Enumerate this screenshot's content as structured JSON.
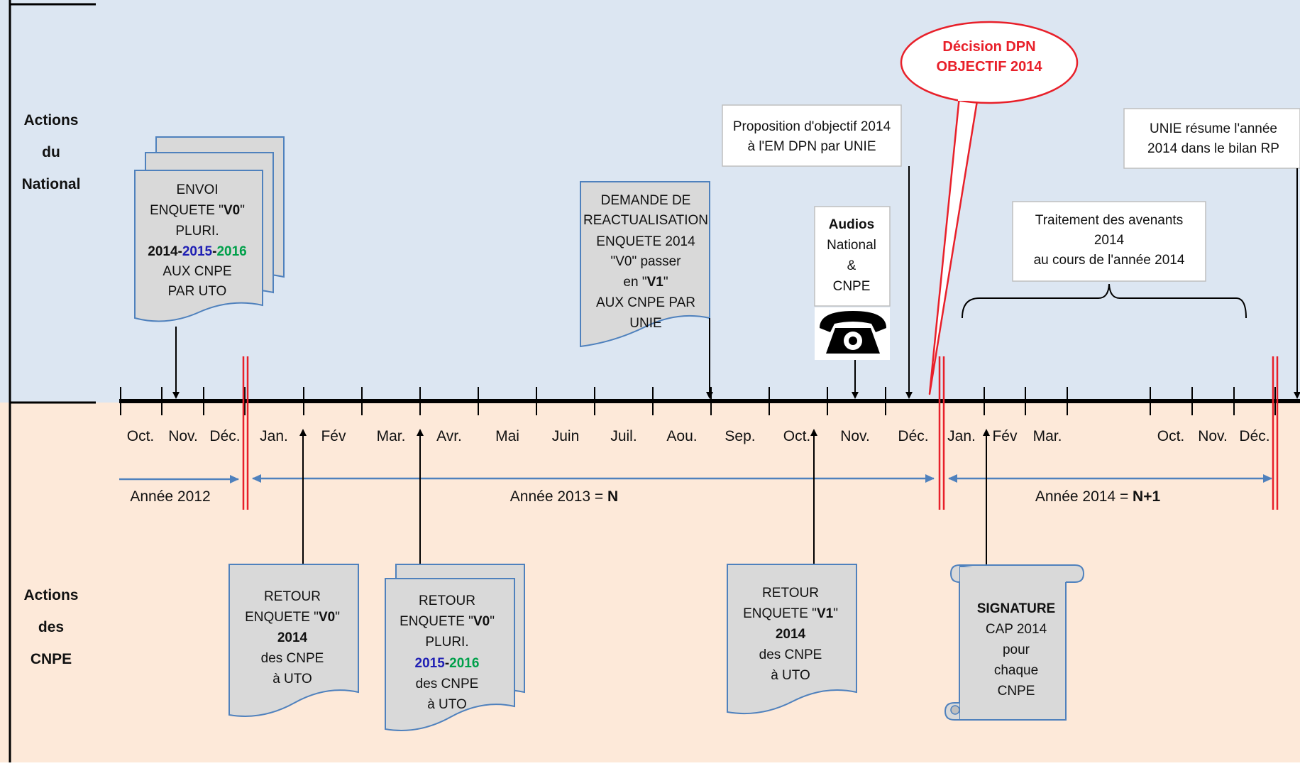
{
  "bands": {
    "national_label": [
      "Actions",
      "du",
      "National"
    ],
    "cnpe_label": [
      "Actions",
      "des",
      "CNPE"
    ]
  },
  "colors": {
    "top_band": "#dce6f2",
    "bottom_band": "#fde9d9",
    "accent_red": "#e8202a",
    "arrow_blue": "#4f81bd",
    "doc_fill": "#d9d9d9",
    "blue_text": "#1f1fb4",
    "green_text": "#00a04a"
  },
  "months": [
    "Oct.",
    "Nov.",
    "Déc.",
    "Jan.",
    "Fév",
    "Mar.",
    "Avr.",
    "Mai",
    "Juin",
    "Juil.",
    "Aou.",
    "Sep.",
    "Oct.",
    "Nov.",
    "Déc.",
    "Jan.",
    "Fév",
    "Mar.",
    "Oct.",
    "Nov.",
    "Déc."
  ],
  "years": {
    "y2012": "Année 2012",
    "y2013_prefix": "Année 2013 = ",
    "y2013_bold": "N",
    "y2014_prefix": "Année 2014 = ",
    "y2014_bold": "N+1"
  },
  "national": {
    "envoi": {
      "l1": "ENVOI",
      "l2a": "ENQUETE \"",
      "l2b": "V0",
      "l2c": "\"",
      "l3": "PLURI.",
      "l4a": "2014-",
      "l4b": "2015",
      "l4c": "-",
      "l4d": "2016",
      "l5": "AUX CNPE",
      "l6": "PAR UTO"
    },
    "demande": {
      "l1": "DEMANDE  DE",
      "l2": "REACTUALISATION",
      "l3": "ENQUETE 2014",
      "l4": "\"V0\" passer",
      "l5a": "en \"",
      "l5b": "V1",
      "l5c": "\"",
      "l6": "AUX CNPE PAR",
      "l7": "UNIE"
    },
    "audios": {
      "l1": "Audios",
      "l2": "National",
      "l3": "&",
      "l4": "CNPE"
    },
    "proposition": {
      "l1": "Proposition d'objectif 2014",
      "l2": "à l'EM DPN par UNIE"
    },
    "decision": {
      "l1": "Décision DPN",
      "l2": "OBJECTIF 2014"
    },
    "traitement": {
      "l1": "Traitement des avenants",
      "l2": "2014",
      "l3": "au cours de l'année 2014"
    },
    "resume": {
      "l1": "UNIE résume l'année",
      "l2": "2014 dans le bilan RP"
    }
  },
  "cnpe": {
    "retour1": {
      "l1": "RETOUR",
      "l2a": "ENQUETE \"",
      "l2b": "V0",
      "l2c": "\"",
      "l3": "2014",
      "l4": "des CNPE",
      "l5": "à UTO"
    },
    "retour2": {
      "l1": "RETOUR",
      "l2a": "ENQUETE \"",
      "l2b": "V0",
      "l2c": "\"",
      "l3": "PLURI.",
      "l4a": "2015",
      "l4b": "-",
      "l4c": "2016",
      "l5": "des CNPE",
      "l6": "à UTO"
    },
    "retour3": {
      "l1": "RETOUR",
      "l2a": "ENQUETE \"",
      "l2b": "V1",
      "l2c": "\"",
      "l3": "2014",
      "l4": "des CNPE",
      "l5": "à UTO"
    },
    "signature": {
      "l1": "SIGNATURE",
      "l2": "CAP 2014",
      "l3": "pour",
      "l4": "chaque",
      "l5": "CNPE"
    }
  }
}
